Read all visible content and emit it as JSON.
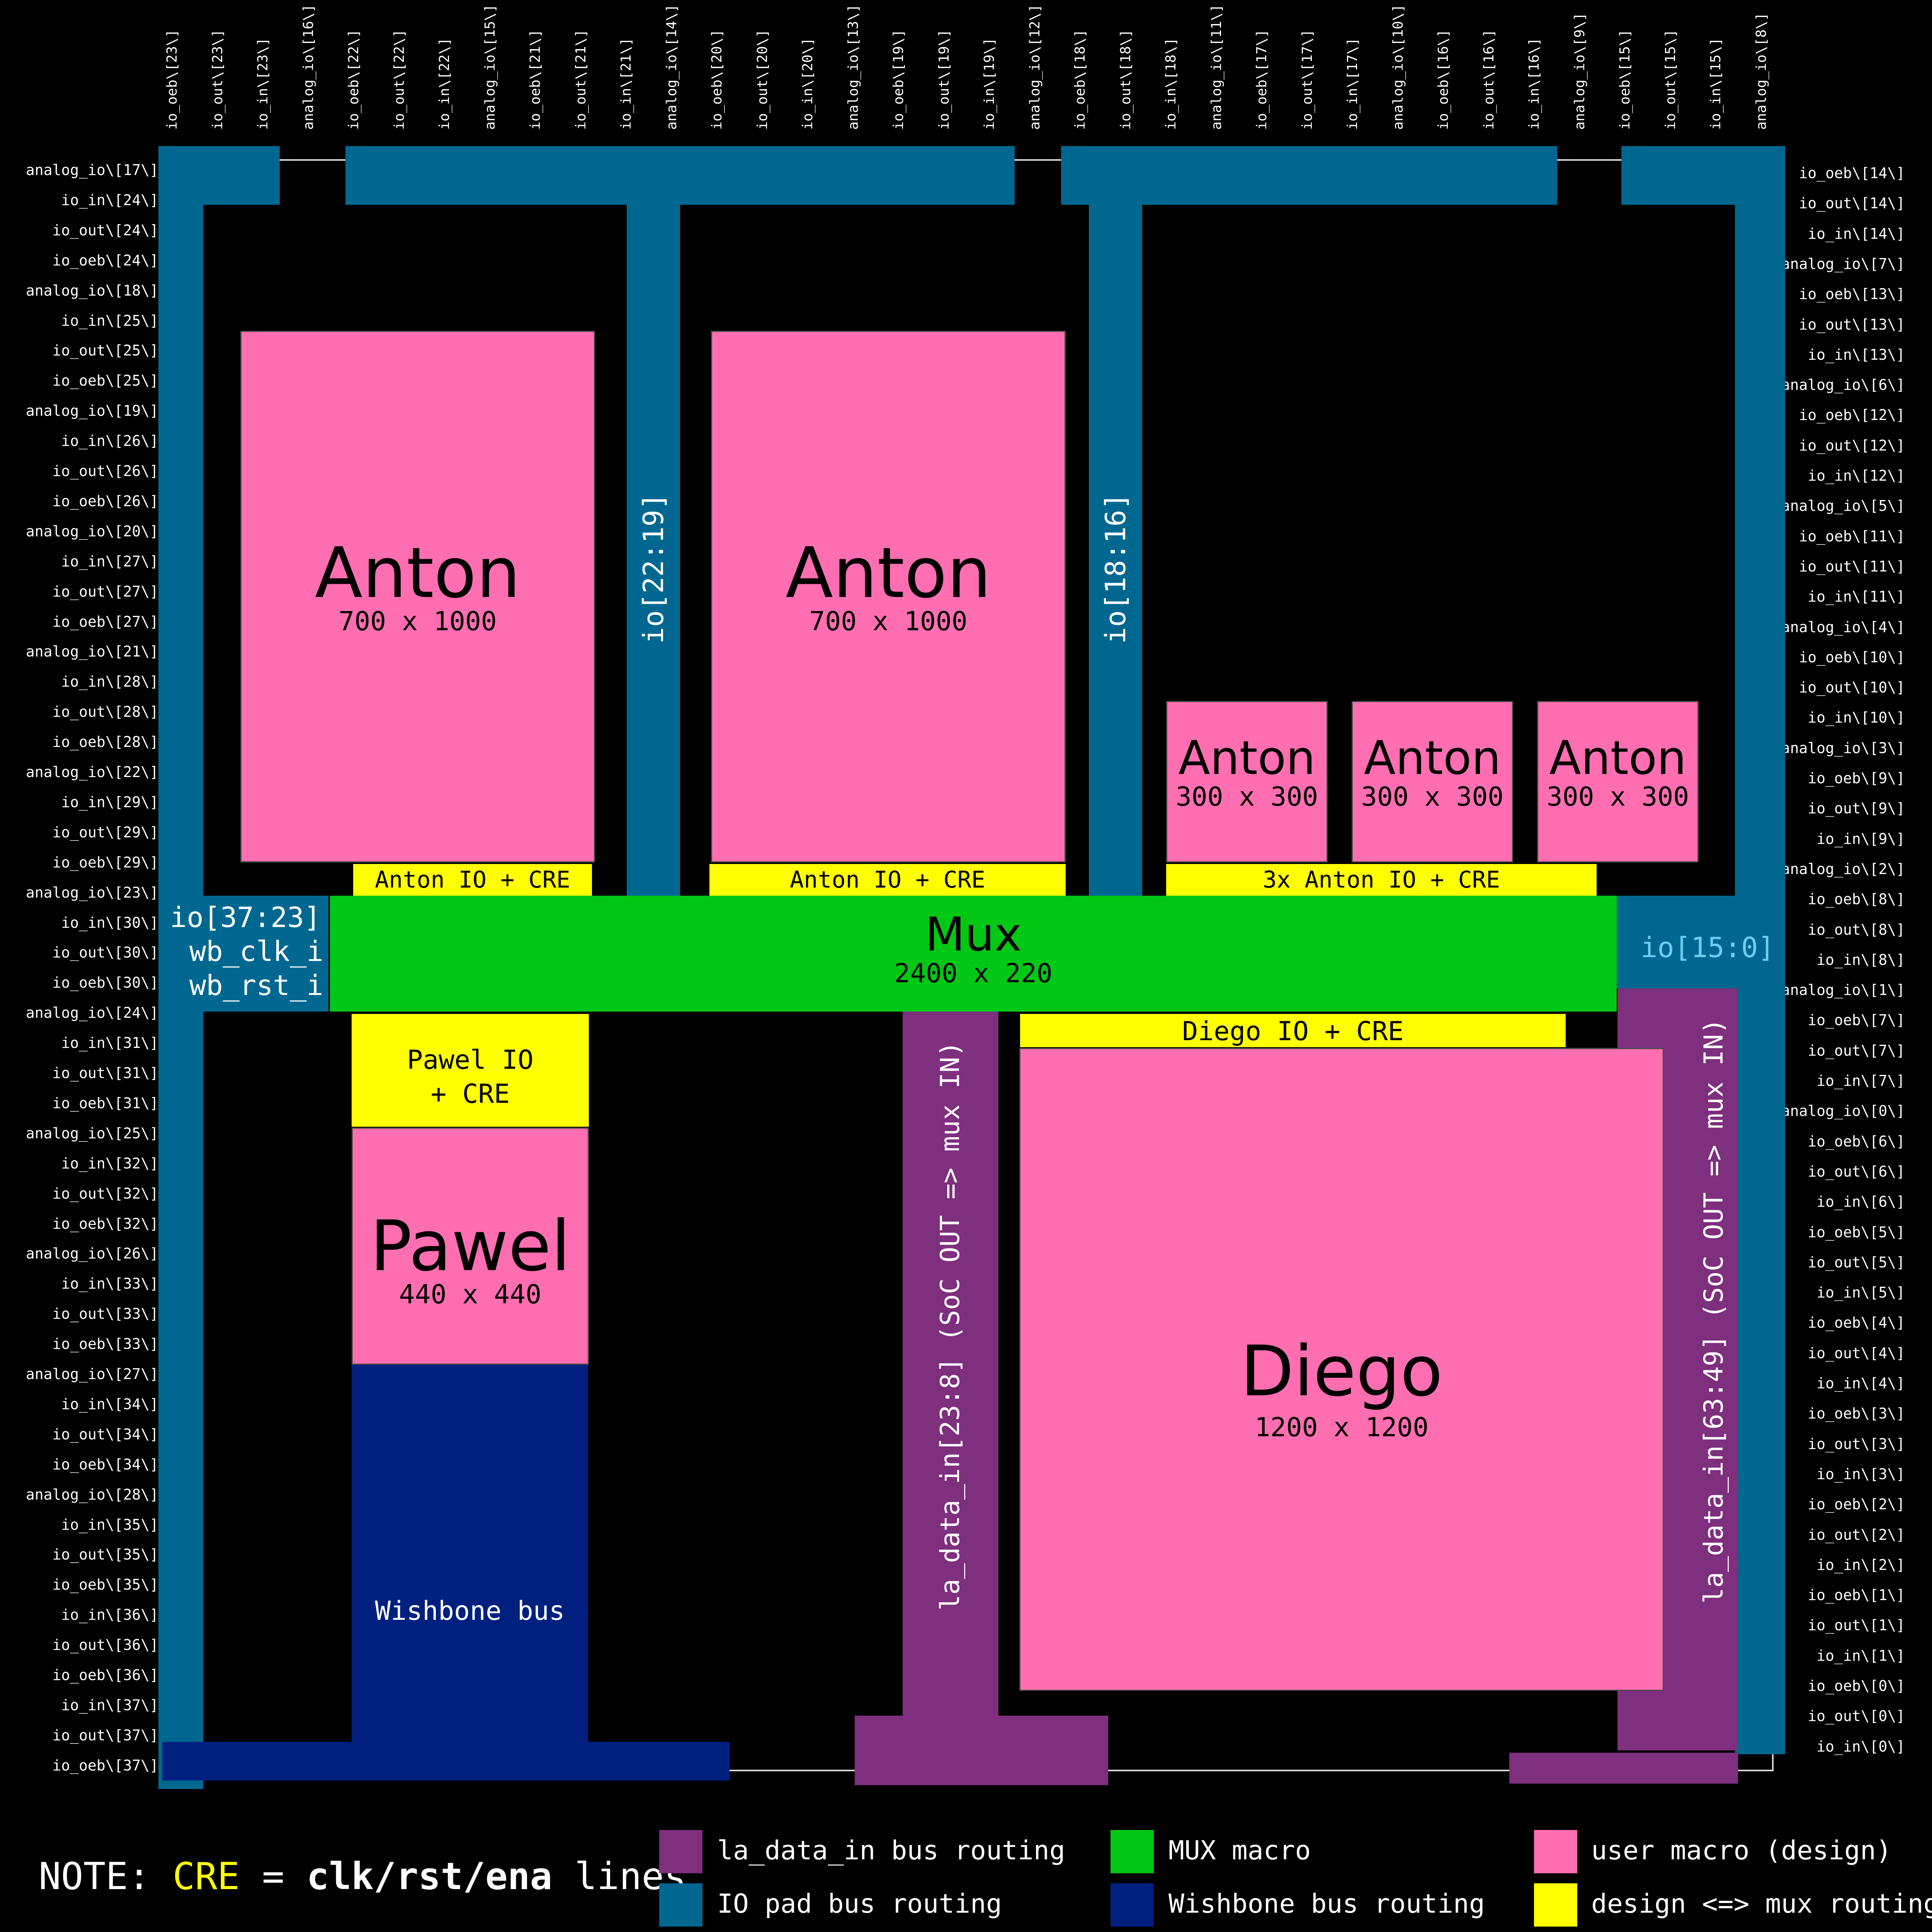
{
  "pins": {
    "top": [
      "io_oeb\\[23\\]",
      "io_out\\[23\\]",
      "io_in\\[23\\]",
      "analog_io\\[16\\]",
      "io_oeb\\[22\\]",
      "io_out\\[22\\]",
      "io_in\\[22\\]",
      "analog_io\\[15\\]",
      "io_oeb\\[21\\]",
      "io_out\\[21\\]",
      "io_in\\[21\\]",
      "analog_io\\[14\\]",
      "io_oeb\\[20\\]",
      "io_out\\[20\\]",
      "io_in\\[20\\]",
      "analog_io\\[13\\]",
      "io_oeb\\[19\\]",
      "io_out\\[19\\]",
      "io_in\\[19\\]",
      "analog_io\\[12\\]",
      "io_oeb\\[18\\]",
      "io_out\\[18\\]",
      "io_in\\[18\\]",
      "analog_io\\[11\\]",
      "io_oeb\\[17\\]",
      "io_out\\[17\\]",
      "io_in\\[17\\]",
      "analog_io\\[10\\]",
      "io_oeb\\[16\\]",
      "io_out\\[16\\]",
      "io_in\\[16\\]",
      "analog_io\\[9\\]",
      "io_oeb\\[15\\]",
      "io_out\\[15\\]",
      "io_in\\[15\\]",
      "analog_io\\[8\\]"
    ],
    "left": [
      "analog_io\\[17\\]",
      "io_in\\[24\\]",
      "io_out\\[24\\]",
      "io_oeb\\[24\\]",
      "analog_io\\[18\\]",
      "io_in\\[25\\]",
      "io_out\\[25\\]",
      "io_oeb\\[25\\]",
      "analog_io\\[19\\]",
      "io_in\\[26\\]",
      "io_out\\[26\\]",
      "io_oeb\\[26\\]",
      "analog_io\\[20\\]",
      "io_in\\[27\\]",
      "io_out\\[27\\]",
      "io_oeb\\[27\\]",
      "analog_io\\[21\\]",
      "io_in\\[28\\]",
      "io_out\\[28\\]",
      "io_oeb\\[28\\]",
      "analog_io\\[22\\]",
      "io_in\\[29\\]",
      "io_out\\[29\\]",
      "io_oeb\\[29\\]",
      "analog_io\\[23\\]",
      "io_in\\[30\\]",
      "io_out\\[30\\]",
      "io_oeb\\[30\\]",
      "analog_io\\[24\\]",
      "io_in\\[31\\]",
      "io_out\\[31\\]",
      "io_oeb\\[31\\]",
      "analog_io\\[25\\]",
      "io_in\\[32\\]",
      "io_out\\[32\\]",
      "io_oeb\\[32\\]",
      "analog_io\\[26\\]",
      "io_in\\[33\\]",
      "io_out\\[33\\]",
      "io_oeb\\[33\\]",
      "analog_io\\[27\\]",
      "io_in\\[34\\]",
      "io_out\\[34\\]",
      "io_oeb\\[34\\]",
      "analog_io\\[28\\]",
      "io_in\\[35\\]",
      "io_out\\[35\\]",
      "io_oeb\\[35\\]",
      "io_in\\[36\\]",
      "io_out\\[36\\]",
      "io_oeb\\[36\\]",
      "io_in\\[37\\]",
      "io_out\\[37\\]",
      "io_oeb\\[37\\]"
    ],
    "right": [
      "io_oeb\\[14\\]",
      "io_out\\[14\\]",
      "io_in\\[14\\]",
      "analog_io\\[7\\]",
      "io_oeb\\[13\\]",
      "io_out\\[13\\]",
      "io_in\\[13\\]",
      "analog_io\\[6\\]",
      "io_oeb\\[12\\]",
      "io_out\\[12\\]",
      "io_in\\[12\\]",
      "analog_io\\[5\\]",
      "io_oeb\\[11\\]",
      "io_out\\[11\\]",
      "io_in\\[11\\]",
      "analog_io\\[4\\]",
      "io_oeb\\[10\\]",
      "io_out\\[10\\]",
      "io_in\\[10\\]",
      "analog_io\\[3\\]",
      "io_oeb\\[9\\]",
      "io_out\\[9\\]",
      "io_in\\[9\\]",
      "analog_io\\[2\\]",
      "io_oeb\\[8\\]",
      "io_out\\[8\\]",
      "io_in\\[8\\]",
      "analog_io\\[1\\]",
      "io_oeb\\[7\\]",
      "io_out\\[7\\]",
      "io_in\\[7\\]",
      "analog_io\\[0\\]",
      "io_oeb\\[6\\]",
      "io_out\\[6\\]",
      "io_in\\[6\\]",
      "io_oeb\\[5\\]",
      "io_out\\[5\\]",
      "io_in\\[5\\]",
      "io_oeb\\[4\\]",
      "io_out\\[4\\]",
      "io_in\\[4\\]",
      "io_oeb\\[3\\]",
      "io_out\\[3\\]",
      "io_in\\[3\\]",
      "io_oeb\\[2\\]",
      "io_out\\[2\\]",
      "io_in\\[2\\]",
      "io_oeb\\[1\\]",
      "io_out\\[1\\]",
      "io_in\\[1\\]",
      "io_oeb\\[0\\]",
      "io_out\\[0\\]",
      "io_in\\[0\\]"
    ]
  },
  "macros": {
    "anton_big_1": {
      "title": "Anton",
      "size": "700 x 1000"
    },
    "anton_big_2": {
      "title": "Anton",
      "size": "700 x 1000"
    },
    "anton_small_1": {
      "title": "Anton",
      "size": "300 x 300"
    },
    "anton_small_2": {
      "title": "Anton",
      "size": "300 x 300"
    },
    "anton_small_3": {
      "title": "Anton",
      "size": "300 x 300"
    },
    "mux": {
      "title": "Mux",
      "size": "2400 x 220"
    },
    "pawel": {
      "title": "Pawel",
      "size": "440 x 440"
    },
    "diego": {
      "title": "Diego",
      "size": "1200 x 1200"
    }
  },
  "routing": {
    "anton_io_1": "Anton IO + CRE",
    "anton_io_2": "Anton IO + CRE",
    "anton_io_3x": "3x Anton IO + CRE",
    "pawel_io_line1": "Pawel IO",
    "pawel_io_line2": "+ CRE",
    "diego_io": "Diego IO + CRE",
    "wishbone": "Wishbone bus",
    "io_22_19": "io[22:19]",
    "io_18_16": "io[18:16]",
    "io_37_23": "io[37:23]",
    "wb_clk": "wb_clk_i",
    "wb_rst": "wb_rst_i",
    "io_15_0": "io[15:0]",
    "la_23_8": "la_data_in[23:8] (SoC OUT => mux IN)",
    "la_63_49": "la_data_in[63:49] (SoC OUT => mux IN)"
  },
  "note": {
    "prefix": "NOTE: ",
    "cre": "CRE",
    "eq": " = ",
    "lines": "clk/rst/ena",
    "suffix": " lines"
  },
  "legend": {
    "la": "la_data_in bus routing",
    "io": "IO pad bus routing",
    "mux": "MUX macro",
    "wb": "Wishbone bus routing",
    "user": "user macro (design)",
    "design": "design <=> mux routing"
  },
  "colors": {
    "io_pad": "#006890",
    "user_macro": "#ff6eb0",
    "design_mux": "#ffff00",
    "mux_macro": "#00c814",
    "wishbone": "#002080",
    "la_data": "#7e2f7e"
  }
}
